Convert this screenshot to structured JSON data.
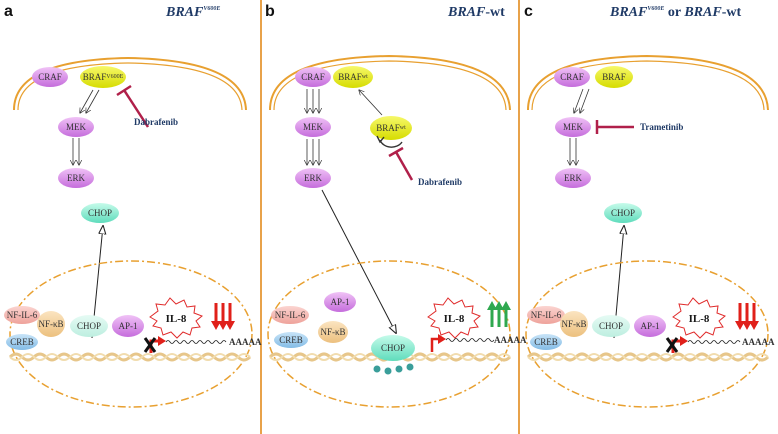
{
  "panels": [
    {
      "letter": "a",
      "title_main": "BRAF",
      "title_sup": "V600E",
      "craf": "CRAF",
      "braf_main": "BRAF",
      "braf_sup": "V600E",
      "mek": "MEK",
      "erk": "ERK",
      "chop_out": "CHOP",
      "drug": "Dabrafenib",
      "nfil6": "NF-IL-6",
      "nfkb": "NF-κB",
      "creb": "CREB",
      "chop_in": "CHOP",
      "ap1": "AP-1",
      "il8": "IL-8",
      "aaaa": "AAAAA"
    },
    {
      "letter": "b",
      "title_main": "BRAF",
      "title_rest": "-wt",
      "craf": "CRAF",
      "braf_main": "BRAF",
      "braf_sup": "wt",
      "braf2_main": "BRAF",
      "braf2_sup": "wt",
      "mek": "MEK",
      "erk": "ERK",
      "drug": "Dabrafenib",
      "nfil6": "NF-IL-6",
      "ap1": "AP-1",
      "nfkb": "NF-κB",
      "creb": "CREB",
      "chop_in": "CHOP",
      "il8": "IL-8",
      "aaaa": "AAAAA"
    },
    {
      "letter": "c",
      "title_main1": "BRAF",
      "title_sup1": "V600E",
      "title_or": " or ",
      "title_main2": "BRAF",
      "title_rest2": "-wt",
      "craf": "CRAF",
      "braf": "BRAF",
      "mek": "MEK",
      "erk": "ERK",
      "chop_out": "CHOP",
      "drug": "Trametinib",
      "nfil6": "NF-IL-6",
      "nfkb": "NF-κB",
      "creb": "CREB",
      "chop_in": "CHOP",
      "ap1": "AP-1",
      "il8": "IL-8",
      "aaaa": "AAAAA"
    }
  ],
  "colors": {
    "divider": "#e8a24a",
    "membrane": "#e8a030",
    "nucleus": "#e8a030",
    "kinase": "#d88be8",
    "braf": "#e6ec10",
    "chop": "#7fe8cc",
    "inhibit": "#b0204a",
    "up_arrow": "#2fa84f",
    "down_arrow": "#e0201a",
    "title": "#1f3a66"
  }
}
